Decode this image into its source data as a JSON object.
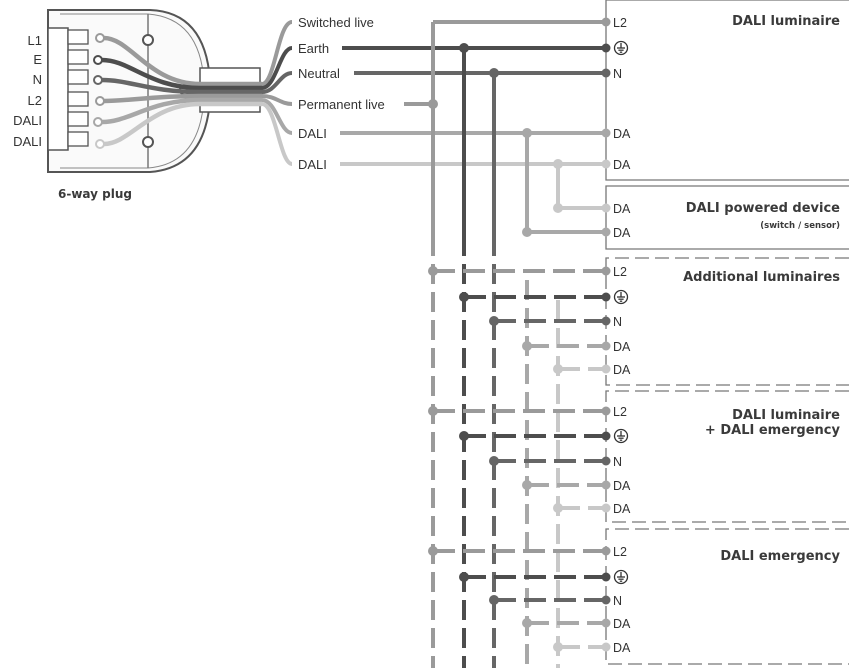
{
  "plug": {
    "caption": "6-way plug",
    "pins": [
      "L1",
      "E",
      "N",
      "L2",
      "DALI",
      "DALI"
    ]
  },
  "wires": [
    {
      "label": "Switched live",
      "color": "#9a9a9a"
    },
    {
      "label": "Earth",
      "color": "#4d4d4d"
    },
    {
      "label": "Neutral",
      "color": "#666666"
    },
    {
      "label": "Permanent live",
      "color": "#9a9a9a"
    },
    {
      "label": "DALI",
      "color": "#a8a8a8"
    },
    {
      "label": "DALI",
      "color": "#c8c8c8"
    }
  ],
  "devices": [
    {
      "title": "DALI luminaire",
      "subtitle": "",
      "terminals": [
        "L2",
        "earth",
        "N",
        "DA",
        "DA"
      ]
    },
    {
      "title": "DALI powered device",
      "subtitle": "(switch / sensor)",
      "terminals": [
        "DA",
        "DA"
      ]
    },
    {
      "title": "Additional luminaires",
      "subtitle": "",
      "terminals": [
        "L2",
        "earth",
        "N",
        "DA",
        "DA"
      ]
    },
    {
      "title": "DALI luminaire",
      "subtitle": "+ DALI emergency",
      "terminals": [
        "L2",
        "earth",
        "N",
        "DA",
        "DA"
      ]
    },
    {
      "title": "DALI emergency",
      "subtitle": "",
      "terminals": [
        "L2",
        "earth",
        "N",
        "DA",
        "DA"
      ]
    }
  ]
}
